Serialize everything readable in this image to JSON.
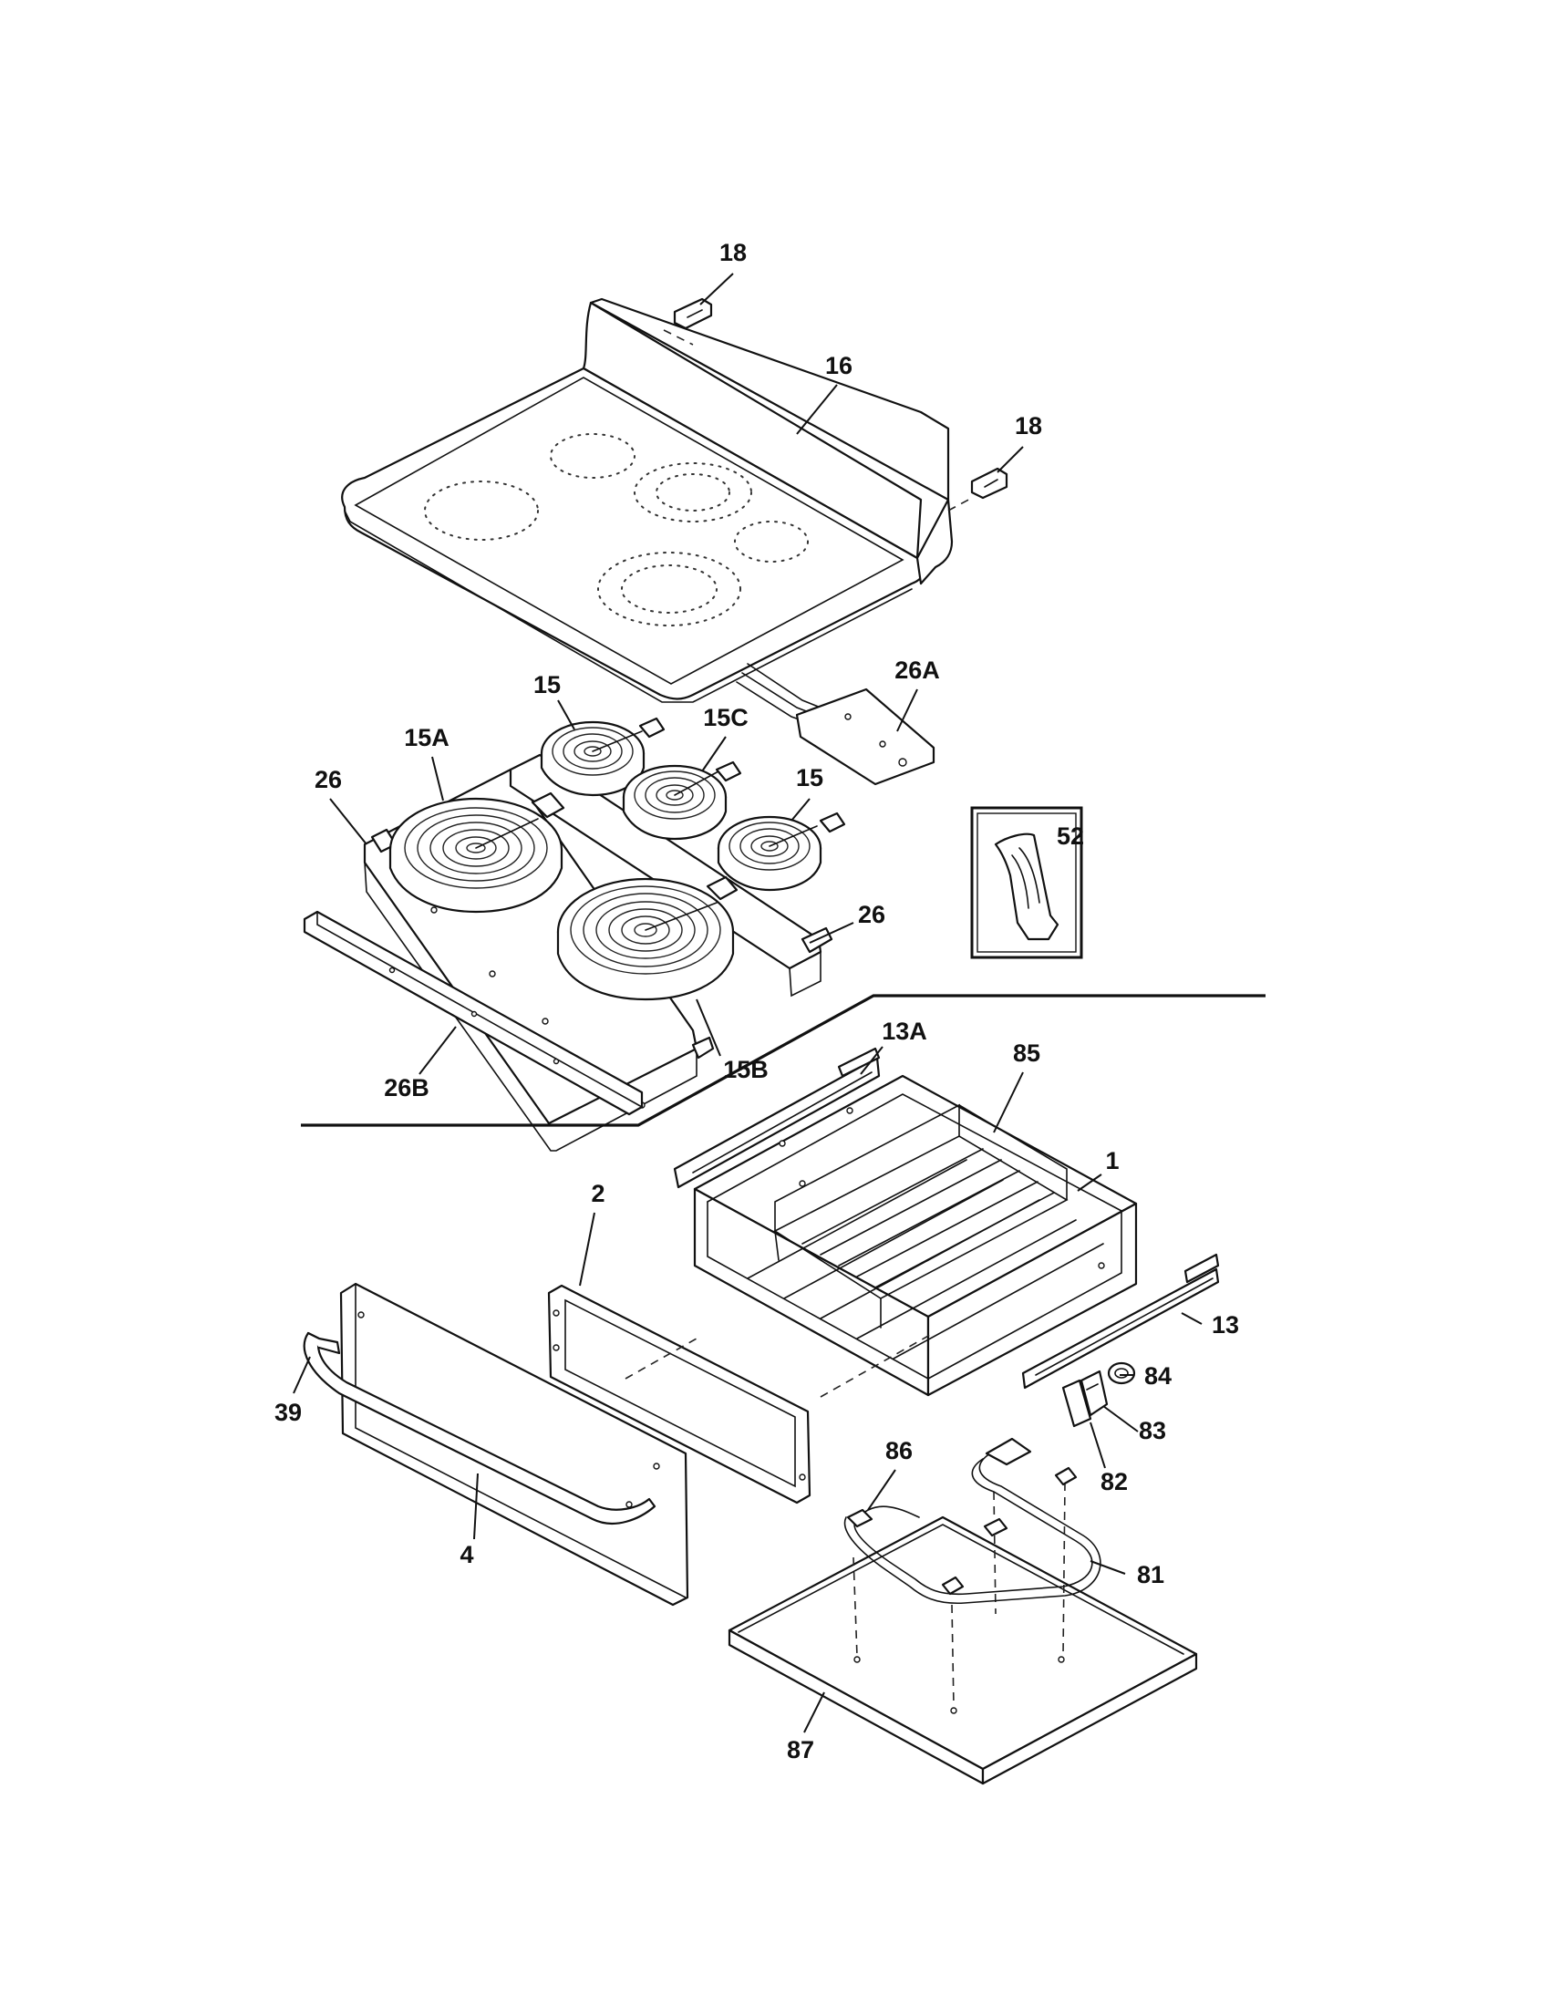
{
  "callouts": [
    {
      "id": "c18a",
      "label": "18"
    },
    {
      "id": "c16",
      "label": "16"
    },
    {
      "id": "c18b",
      "label": "18"
    },
    {
      "id": "c26a",
      "label": "26A"
    },
    {
      "id": "c15a",
      "label": "15"
    },
    {
      "id": "c15c",
      "label": "15C"
    },
    {
      "id": "c15A",
      "label": "15A"
    },
    {
      "id": "c26l",
      "label": "26"
    },
    {
      "id": "c15b",
      "label": "15"
    },
    {
      "id": "c52",
      "label": "52"
    },
    {
      "id": "c26r",
      "label": "26"
    },
    {
      "id": "c15B",
      "label": "15B"
    },
    {
      "id": "c26B",
      "label": "26B"
    },
    {
      "id": "c13A",
      "label": "13A"
    },
    {
      "id": "c85",
      "label": "85"
    },
    {
      "id": "c1",
      "label": "1"
    },
    {
      "id": "c2",
      "label": "2"
    },
    {
      "id": "c13",
      "label": "13"
    },
    {
      "id": "c84",
      "label": "84"
    },
    {
      "id": "c39",
      "label": "39"
    },
    {
      "id": "c83",
      "label": "83"
    },
    {
      "id": "c86",
      "label": "86"
    },
    {
      "id": "c82",
      "label": "82"
    },
    {
      "id": "c4",
      "label": "4"
    },
    {
      "id": "c81",
      "label": "81"
    },
    {
      "id": "c87",
      "label": "87"
    }
  ]
}
